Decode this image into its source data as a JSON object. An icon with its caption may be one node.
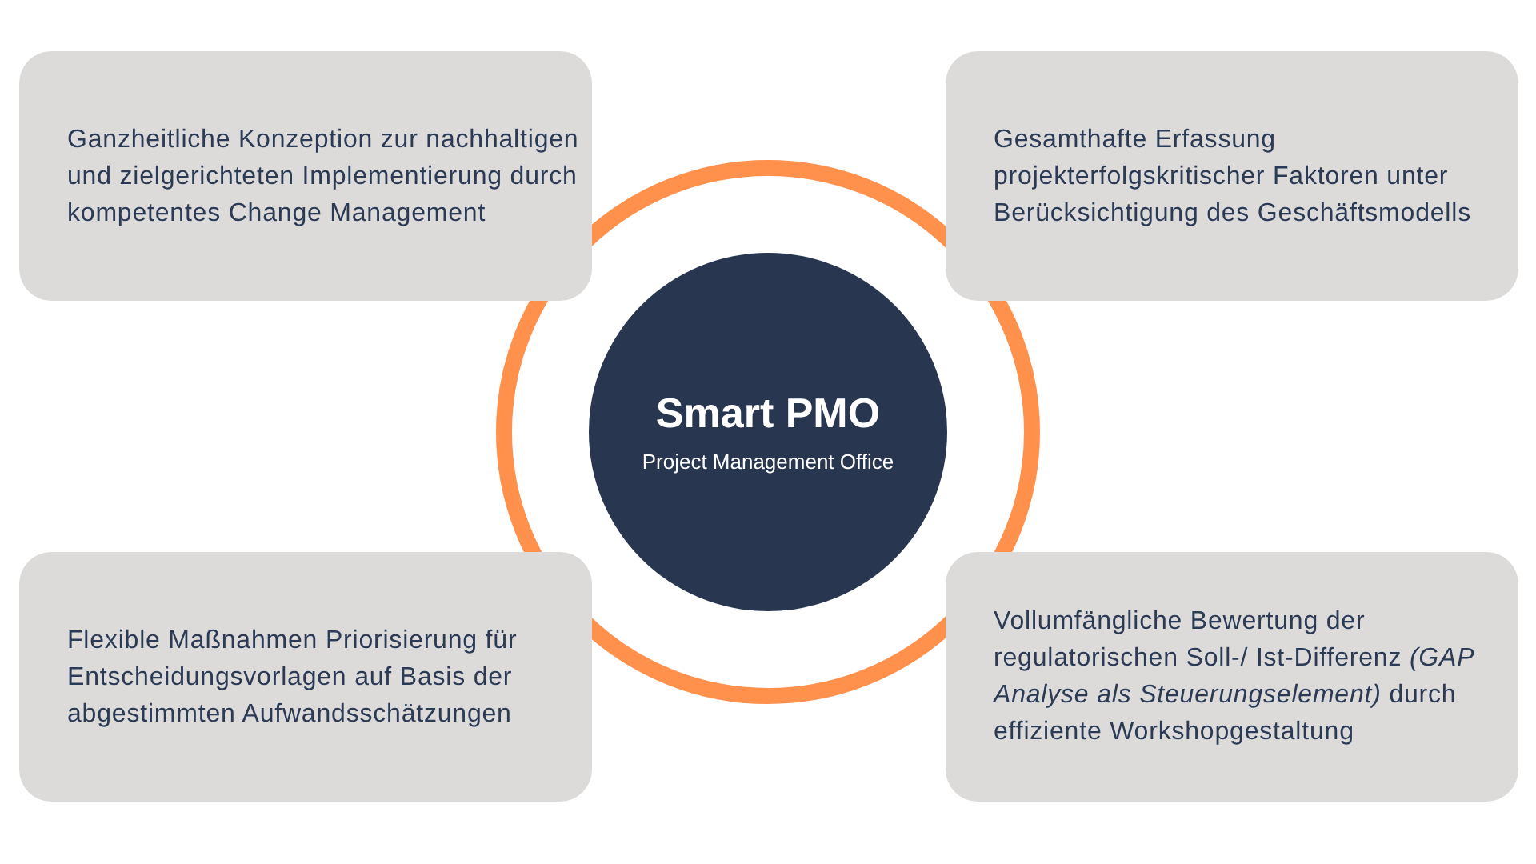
{
  "diagram": {
    "nodes": [
      {
        "text": [
          "Smart PMO",
          "Project Management Office"
        ]
      },
      {
        "text": [
          "Ganzheitliche Konzeption zur nachhaltigen und zielgerichteten Implementierung durch kompetentes Change Management"
        ]
      },
      {
        "text": [
          "Gesamthafte Erfassung projekterfolgskritischer Faktoren unter Berücksichtigung des Geschäftsmodells"
        ]
      },
      {
        "text": [
          "Flexible Maßnahmen Priorisierung für Entscheidungsvorlagen auf Basis der abgestimmten Aufwandsschätzungen"
        ]
      },
      {
        "text": [
          "Vollumfängliche Bewertung der regulatorischen Soll-/ Ist-Differenz *(GAP Analyse als Steuerungselement)* durch effiziente Workshopgestaltung"
        ]
      }
    ]
  }
}
